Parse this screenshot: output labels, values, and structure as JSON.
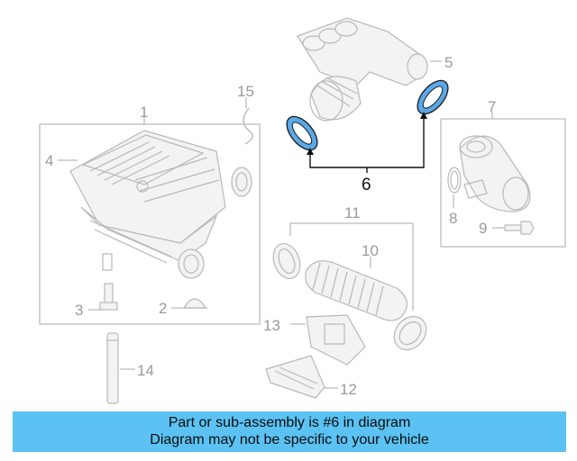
{
  "labels": {
    "p1": "1",
    "p2": "2",
    "p3": "3",
    "p4": "4",
    "p5": "5",
    "p6": "6",
    "p7": "7",
    "p8": "8",
    "p9": "9",
    "p10": "10",
    "p11": "11",
    "p12": "12",
    "p13": "13",
    "p14": "14",
    "p15": "15"
  },
  "highlight_color": "#5aa8e8",
  "banner": {
    "line1": "Part or sub-assembly is #6 in diagram",
    "line2": "Diagram may not be specific to your vehicle",
    "background": "#5bc2f3"
  }
}
